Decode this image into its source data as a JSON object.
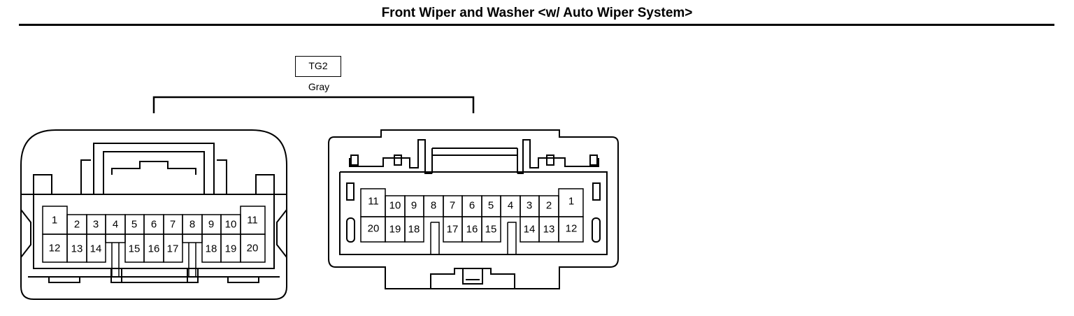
{
  "title": "Front Wiper and Washer <w/ Auto Wiper System>",
  "connector": {
    "code": "TG2",
    "color": "Gray"
  },
  "left_connector": {
    "top_row": [
      "1",
      "2",
      "3",
      "4",
      "5",
      "6",
      "7",
      "8",
      "9",
      "10",
      "11"
    ],
    "bottom_row": [
      "12",
      "13",
      "14",
      "15",
      "16",
      "17",
      "18",
      "19",
      "20"
    ]
  },
  "right_connector": {
    "top_row": [
      "11",
      "10",
      "9",
      "8",
      "7",
      "6",
      "5",
      "4",
      "3",
      "2",
      "1"
    ],
    "bottom_row": [
      "20",
      "19",
      "18",
      "17",
      "16",
      "15",
      "14",
      "13",
      "12"
    ]
  }
}
